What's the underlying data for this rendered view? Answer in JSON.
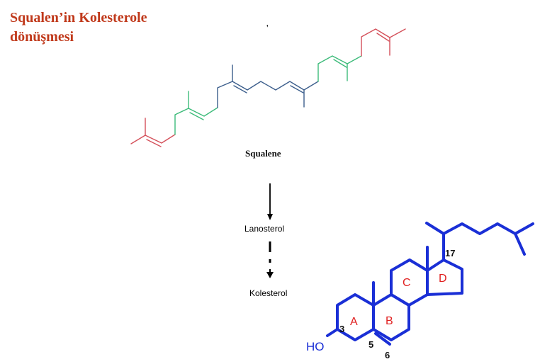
{
  "title": {
    "line1": "Squalen’in Kolesterole",
    "line2": "dönüşmesi"
  },
  "stray_mark": "'",
  "squalene": {
    "label": "Squalene",
    "colors": {
      "end": "#d4505a",
      "middle": "#3dbb7a",
      "center": "#3c5e8c"
    }
  },
  "steps": {
    "first": "Lanosterol",
    "second": "Kolesterol"
  },
  "cholesterol": {
    "color": "#1a2fd6",
    "rings": [
      "A",
      "B",
      "C",
      "D"
    ],
    "numbers": {
      "c3": "3",
      "c5": "5",
      "c6": "6",
      "c17": "17"
    },
    "hydroxyl": "HO"
  }
}
